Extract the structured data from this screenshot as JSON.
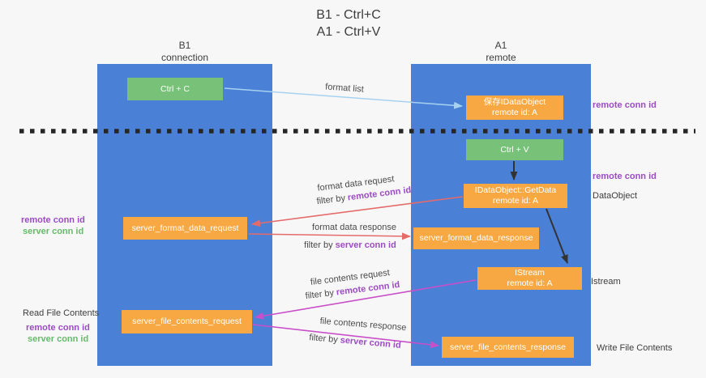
{
  "colors": {
    "background": "#f7f7f7",
    "lane_blue": "#4b80d7",
    "green_box": "#77c178",
    "orange_box": "#f8a843",
    "box_text": "#ffffff",
    "heading_text": "#3d3d3d",
    "purple": "#9d4bc5",
    "green_label": "#66bb6a",
    "blue_arrow": "#a6d2f0",
    "red_arrow": "#e56b6b",
    "magenta_arrow": "#c94fc9",
    "black_arrow": "#333333",
    "dashed_line": "#262626"
  },
  "title": {
    "line1": "B1 - Ctrl+C",
    "line2": "A1 - Ctrl+V"
  },
  "lanes": {
    "left": {
      "name": "B1",
      "subtitle": "connection"
    },
    "right": {
      "name": "A1",
      "subtitle": "remote"
    }
  },
  "nodes": {
    "ctrl_c": "Ctrl + C",
    "ctrl_v": "Ctrl + V",
    "save_idataobject": {
      "line1": "保存IDataObject",
      "line2": "remote id: A"
    },
    "getdata": {
      "line1": "IDataObject::GetData",
      "line2": "remote id: A"
    },
    "istream": {
      "line1": "IStream",
      "line2": "remote id: A"
    },
    "format_request": "server_format_data_request",
    "format_response": "server_format_data_response",
    "file_request": "server_file_contents_request",
    "file_response": "server_file_contents_response"
  },
  "side_labels": {
    "remote_conn_id": "remote conn id",
    "server_conn_id": "server conn id",
    "dataobject": "DataObject",
    "istream": "Istream",
    "read_file_contents": "Read File Contents",
    "write_file_contents": "Write File Contents"
  },
  "arrow_labels": {
    "format_list": "format list",
    "format_data_request": "format data request",
    "format_data_response": "format data response",
    "file_contents_request": "file contents request",
    "file_contents_response": "file contents response",
    "filter_by": "filter by",
    "remote_conn_id": "remote conn id",
    "server_conn_id": "server conn id"
  }
}
